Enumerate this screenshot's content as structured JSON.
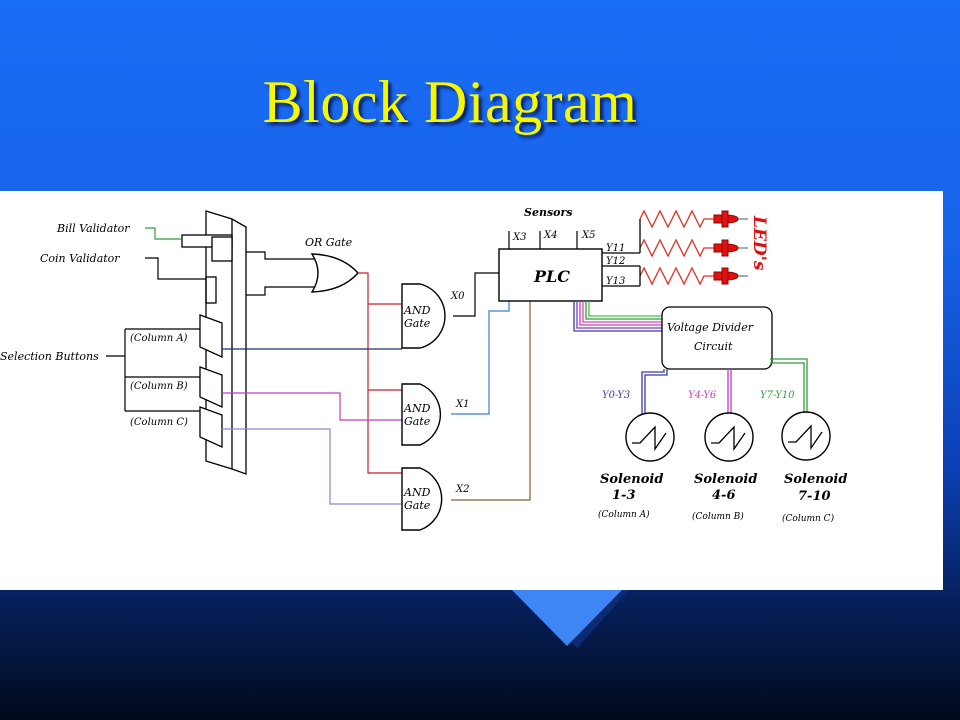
{
  "slide": {
    "title": "Block Diagram",
    "colors": {
      "title": "#f6f800",
      "background_top": "#1a6df5",
      "background_bottom": "#010a1c",
      "led": "#e01010",
      "resistor": "#e03020"
    }
  },
  "diagram": {
    "left_labels": {
      "bill_validator": "Bill Validator",
      "coin_validator": "Coin Validator",
      "selection_buttons": "Selection Buttons",
      "column_a": "(Column A)",
      "column_b": "(Column B)",
      "column_c": "(Column C)"
    },
    "or_gate": "OR Gate",
    "and_gates": [
      {
        "line1": "AND",
        "line2": "Gate",
        "signal": "X0"
      },
      {
        "line1": "AND",
        "line2": "Gate",
        "signal": "X1"
      },
      {
        "line1": "AND",
        "line2": "Gate",
        "signal": "X2"
      }
    ],
    "sensors": {
      "title": "Sensors",
      "inputs": [
        "X3",
        "X4",
        "X5"
      ]
    },
    "plc": "PLC",
    "plc_outputs": [
      "Y11",
      "Y12",
      "Y13"
    ],
    "leds_label": "LED's",
    "voltage_divider": {
      "line1": "Voltage Divider",
      "line2": "Circuit"
    },
    "solenoids": [
      {
        "range": "Y0-Y3",
        "line1": "Solenoid",
        "line2": "1-3",
        "column": "(Column A)",
        "color": "#3a3aa8"
      },
      {
        "range": "Y4-Y6",
        "line1": "Solenoid",
        "line2": "4-6",
        "column": "(Column B)",
        "color": "#c43cc4"
      },
      {
        "range": "Y7-Y10",
        "line1": "Solenoid",
        "line2": "7-10",
        "column": "(Column C)",
        "color": "#2e9e3a"
      }
    ]
  }
}
